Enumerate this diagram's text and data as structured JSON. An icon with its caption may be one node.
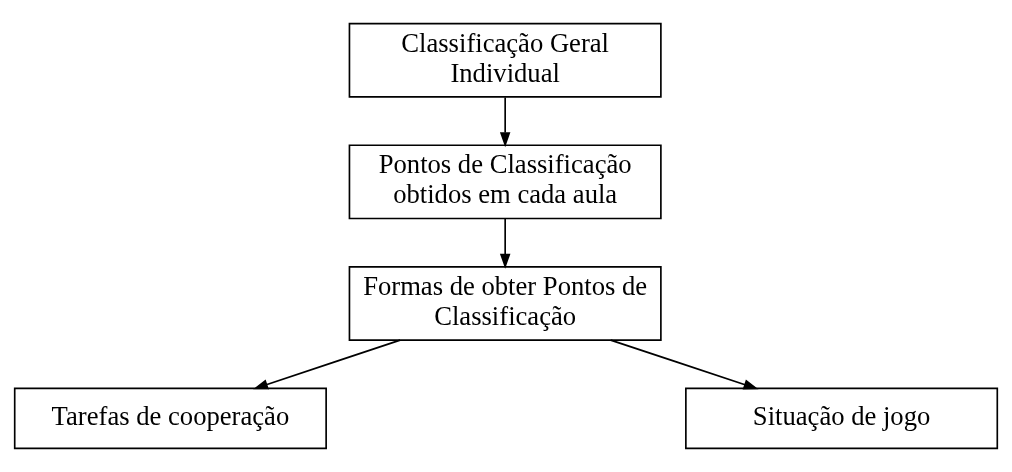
{
  "diagram": {
    "nodes": [
      {
        "text": [
          "Classificação Geral Individual"
        ]
      },
      {
        "text": [
          "Pontos de Classificação obtidos em cada aula"
        ]
      },
      {
        "text": [
          "Formas de obter Pontos de Classificação"
        ]
      },
      {
        "text": [
          "Tarefas de cooperação"
        ]
      },
      {
        "text": [
          "Situação de jogo"
        ]
      }
    ],
    "edges": [
      {
        "from": 0,
        "to": 1,
        "arrow": "to"
      },
      {
        "from": 1,
        "to": 2,
        "arrow": "to"
      },
      {
        "from": 2,
        "to": 3,
        "arrow": "to"
      },
      {
        "from": 2,
        "to": 4,
        "arrow": "to"
      }
    ]
  }
}
